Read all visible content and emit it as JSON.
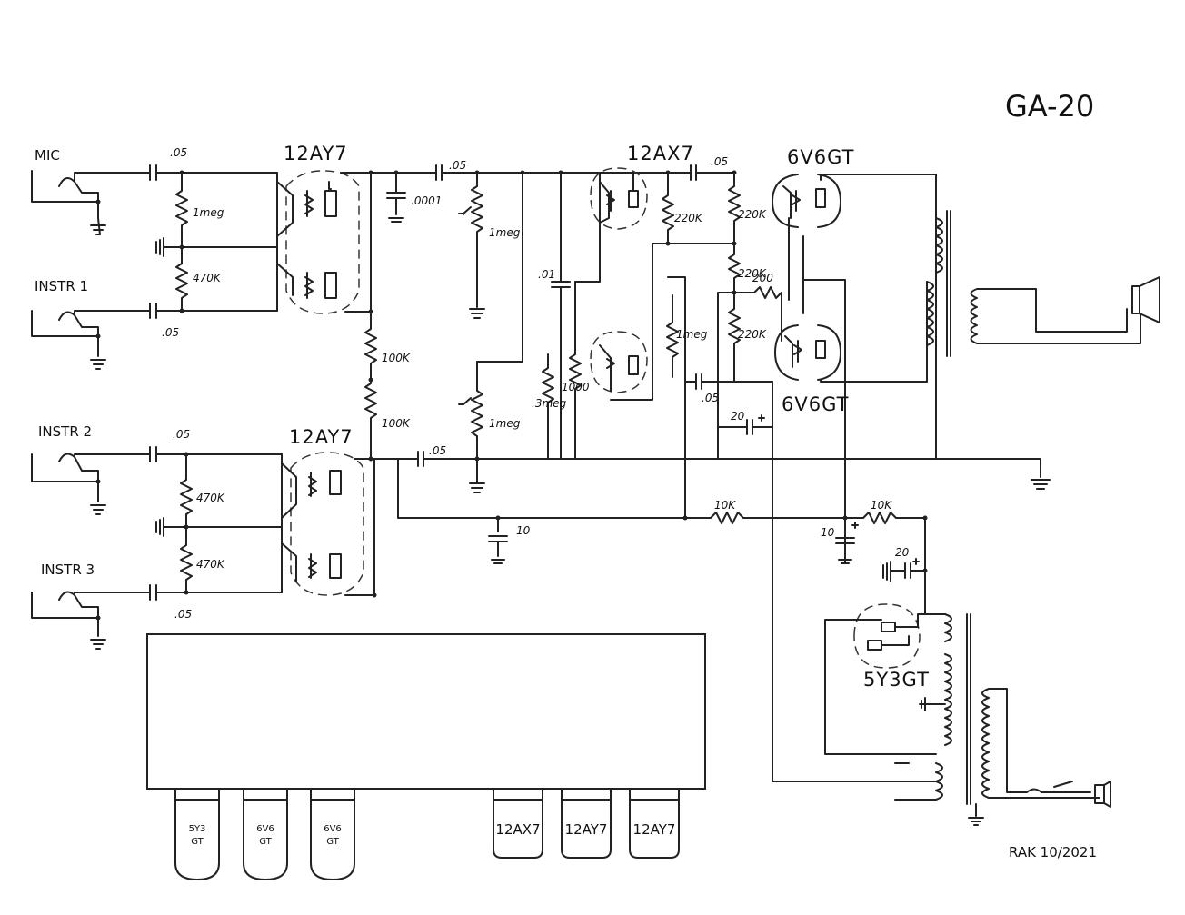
{
  "title": "GA-20",
  "credit": "RAK 10/2021",
  "inputs": {
    "mic": "MIC",
    "instr1": "INSTR 1",
    "instr2": "INSTR 2",
    "instr3": "INSTR 3"
  },
  "tubes": {
    "v1": "12AY7",
    "v2": "12AY7",
    "v3": "12AX7",
    "v4": "6V6GT",
    "v5": "6V6GT",
    "rect": "5Y3GT"
  },
  "components": {
    "c_mic": ".05",
    "c_in1": ".05",
    "c_in2": ".05",
    "c_in3": ".05",
    "r_mic": "1meg",
    "r_in1": "470K",
    "r_in2": "470K",
    "r_in3": "470K",
    "c_v1out": ".05",
    "c_tone": ".0001",
    "pot1": "1meg",
    "r_100k_a": "100K",
    "r_100k_b": "100K",
    "c_v2out": ".05",
    "pot2": "1meg",
    "c_01": ".01",
    "r_3meg": ".3meg",
    "r_1000": "1000",
    "r_220k_a": "220K",
    "r_220k_b": "220K",
    "r_220k_c": "220K",
    "r_220k_d": "220K",
    "r_1meg_pi": "1meg",
    "c_pi_top": ".05",
    "c_pi_bot": ".05",
    "r_200": "200",
    "c_20_cath": "20",
    "r_10k_a": "10K",
    "r_10k_b": "10K",
    "c_10_a": "10",
    "c_10_b": "10",
    "c_20_filter": "20"
  },
  "chassis_tubes": [
    "5Y3\nGT",
    "6V6\nGT",
    "6V6\nGT",
    "12AX7",
    "12AY7",
    "12AY7"
  ]
}
